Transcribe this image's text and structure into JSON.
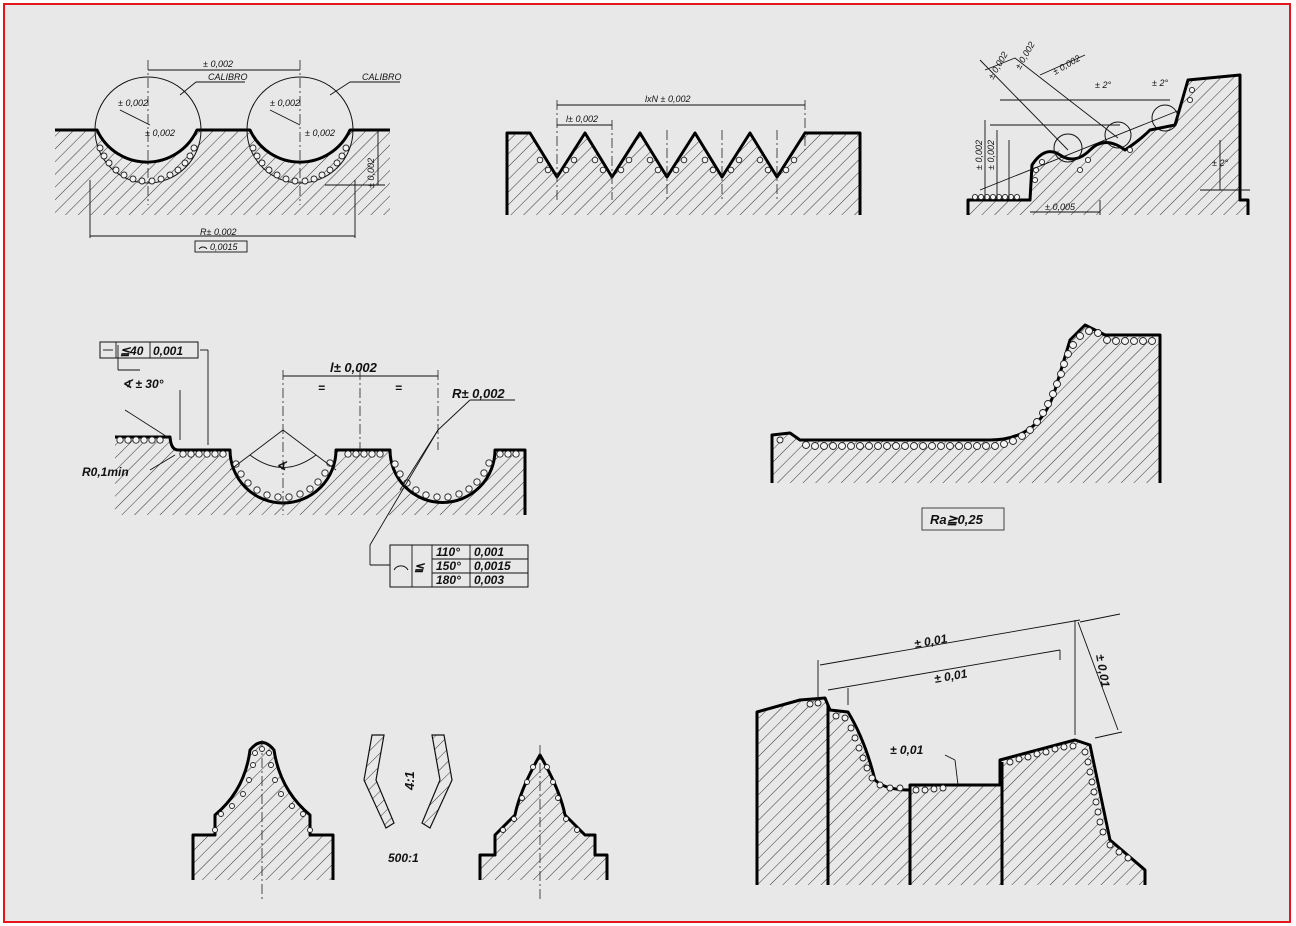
{
  "labels": {
    "d1_tol_top": "± 0,002",
    "d1_calibro_1": "CALIBRO",
    "d1_calibro_2": "CALIBRO",
    "d1_tol_a": "± 0,002",
    "d1_tol_b": "± 0,002",
    "d1_tol_c": "± 0,002",
    "d1_tol_d": "± 0,002",
    "d1_tol_vert": "± 0,002",
    "d1_radius": "R± 0,002",
    "d1_profile": "0,0015",
    "d2_pitch_total": "lxN  ± 0,002",
    "d2_pitch": "l± 0,002",
    "d3_tol_1": "± 0,002",
    "d3_tol_2": "± 0,002",
    "d3_tol_3": "± 0,002",
    "d3_tol_4": "± 0,002",
    "d3_tol_5": "± 0,002",
    "d3_tol_bottom": "± 0,005",
    "d3_angle_1": "± 2°",
    "d3_angle_2": "± 2°",
    "d3_angle_3": "± 2°",
    "d4_straightness": "≦40",
    "d4_straightness_val": "0,001",
    "d4_angle": "∢ ± 30°",
    "d4_pitch": "l± 0,002",
    "d4_eq_1": "=",
    "d4_eq_2": "=",
    "d4_radius": "R± 0,002",
    "d4_r_min": "R0,1min",
    "d4_alpha": "∢",
    "d4_table": [
      {
        "angle": "110°",
        "value": "0,001"
      },
      {
        "angle": "150°",
        "value": "0,0015"
      },
      {
        "angle": "180°",
        "value": "0,003"
      }
    ],
    "d4_table_sym": "≦",
    "d5_roughness": "Ra≧0,25",
    "d6_scale_a": "4:1",
    "d6_scale_b": "500:1",
    "d7_tol_1": "± 0,01",
    "d7_tol_2": "± 0,01",
    "d7_tol_3": "± 0,01",
    "d7_tol_4": "± 0,01"
  }
}
